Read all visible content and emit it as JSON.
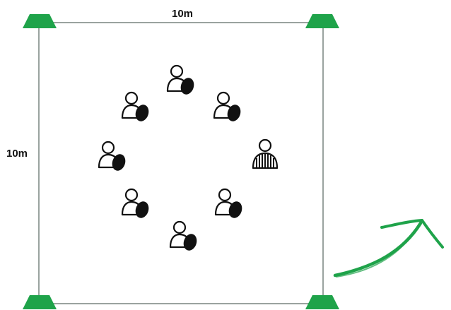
{
  "field": {
    "width_label": "10m",
    "height_label": "10m",
    "boundary_color": "#9aa39f",
    "cone_color": "#1fa34a",
    "cone_icon": "cone-icon"
  },
  "players": {
    "icon": "player-with-ball-icon",
    "count": 7
  },
  "referee": {
    "icon": "referee-striped-shirt-icon"
  },
  "rotation_arrow": {
    "icon": "curved-arrow-icon",
    "color": "#1fa34a"
  }
}
